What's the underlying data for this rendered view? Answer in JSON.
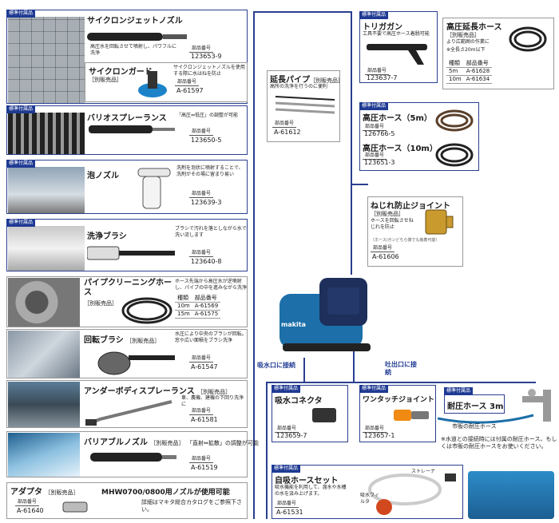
{
  "labels": {
    "standard_tag": "標準付属品",
    "part_no": "部品番号"
  },
  "cyclone_jet": {
    "name": "サイクロンジェットノズル",
    "desc": "高圧水を回転させて噴射し、パワフルに洗浄",
    "part": "123653-9"
  },
  "cyclone_guard": {
    "name": "サイクロンガード",
    "sub": "［別販売品］",
    "desc": "サイクロンジェットノズルを使用する際に水はねを防止",
    "part": "A-61597"
  },
  "vario_spray": {
    "name": "バリオスプレーランス",
    "desc": "「高圧⇔低圧」の調整が可能",
    "part": "123650-5"
  },
  "foam_nozzle": {
    "name": "泡ノズル",
    "desc": "洗剤を泡状に噴射することで、洗剤がその場に留まり易い",
    "part": "123639-3"
  },
  "wash_brush": {
    "name": "洗浄ブラシ",
    "desc": "ブラシで汚れを落としながら水で洗い流します",
    "part": "123640-8"
  },
  "pipe_hose": {
    "name": "パイプクリーニングホース",
    "sub": "［別販売品］",
    "desc": "ホース先端から高圧水が逆噴射し、パイプの中を進みながら洗浄",
    "table_head": "種類",
    "rows": [
      {
        "kind": "10m",
        "part": "A-61569"
      },
      {
        "kind": "15m",
        "part": "A-61575"
      }
    ]
  },
  "rotary_brush": {
    "name": "回転ブラシ",
    "sub": "［別販売品］",
    "desc": "水圧により中央のブラシが回転。窓や広い面積をブラシ洗浄",
    "part": "A-61547"
  },
  "underbody": {
    "name": "アンダーボディスプレーランス",
    "sub": "［別販売品］",
    "desc": "車、農機、建機の下回り洗浄に",
    "part": "A-61581"
  },
  "variable_nozzle": {
    "name": "バリアブルノズル",
    "sub": "［別販売品］",
    "desc": "「直射⇔拡散」の調整が可能",
    "part": "A-61519"
  },
  "adapter": {
    "name": "アダプタ",
    "sub": "［別販売品］",
    "part": "A-61640",
    "note_title": "MHW0700/0800用ノズルが使用可能",
    "note": "詳細はマキタ総合カタログをご参照下さい。"
  },
  "extension_pipe": {
    "name": "延長パイプ",
    "sub": "［別販売品］",
    "desc": "高所の洗浄を行うのに便利",
    "part": "A-61612"
  },
  "trigger_gun": {
    "name": "トリガガン",
    "desc": "工具不要で高圧ホース着脱可能",
    "part": "123637-7"
  },
  "hp_ext_hose": {
    "name": "高圧延長ホース",
    "sub": "［別販売品］",
    "desc1": "より広範囲の作業に",
    "desc2": "※全長さ20m以下",
    "table_head": "種類",
    "rows": [
      {
        "kind": "5m",
        "part": "A-61628"
      },
      {
        "kind": "10m",
        "part": "A-61634"
      }
    ]
  },
  "hp_hose5": {
    "name": "高圧ホース（5m）",
    "part": "126766-5"
  },
  "hp_hose10": {
    "name": "高圧ホース（10m）",
    "part": "123651-3"
  },
  "kink_joint": {
    "name": "ねじれ防止ジョイント",
    "sub": "［別販売品］",
    "desc": "ホースを回転させねじれを防止",
    "note": "（ホース/ガンどちら側でも装着可能）",
    "part": "A-61606"
  },
  "machine": {
    "brand": "makita"
  },
  "connections": {
    "inlet": "吸水口に接続",
    "outlet": "吐出口に接続"
  },
  "suction_connector": {
    "name": "吸水コネクタ",
    "part": "123659-7"
  },
  "onetouch_joint": {
    "name": "ワンタッチジョイント",
    "part": "123657-1"
  },
  "pressure_hose": {
    "name": "耐圧ホース 3m",
    "market_label": "市販の耐圧ホース"
  },
  "water_note": "※水道との接続時には付属の耐圧ホース、もしくは市販の耐圧ホースをお使いください。",
  "self_suction": {
    "name": "自吸ホースセット",
    "desc": "吸水機能を利用して、溜水や水槽の水を汲み上げます。",
    "strainer": "ストレーナ",
    "filter": "吸水フィルタ",
    "part": "A-61531"
  }
}
